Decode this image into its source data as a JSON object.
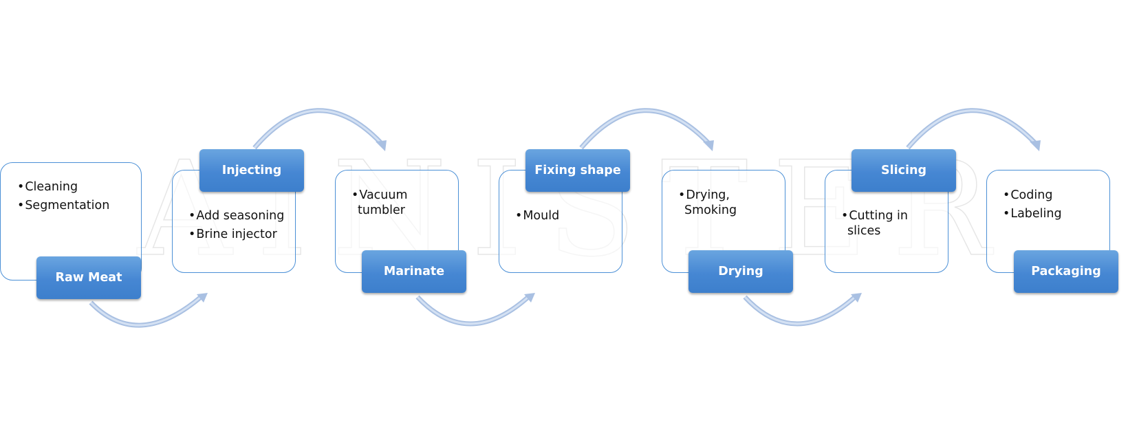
{
  "watermark": [
    "A",
    "I",
    "N",
    "I",
    "S",
    "T",
    "E",
    "R"
  ],
  "steps": [
    {
      "label": "Raw Meat",
      "items": [
        "Cleaning",
        "Segmentation"
      ]
    },
    {
      "label": "Injecting",
      "items": [
        "Add seasoning",
        "Brine injector"
      ]
    },
    {
      "label": "Marinate",
      "items": [
        "Vacuum tumbler"
      ]
    },
    {
      "label": "Fixing shape",
      "items": [
        "Mould"
      ]
    },
    {
      "label": "Drying",
      "items": [
        "Drying, Smoking"
      ]
    },
    {
      "label": "Slicing",
      "items": [
        "Cutting in slices"
      ]
    },
    {
      "label": "Packaging",
      "items": [
        "Coding",
        "Labeling"
      ]
    }
  ],
  "colors": {
    "label_fill": "#4a8ad4",
    "box_border": "#4a8fd6",
    "arrow": "#b7cbe6"
  }
}
